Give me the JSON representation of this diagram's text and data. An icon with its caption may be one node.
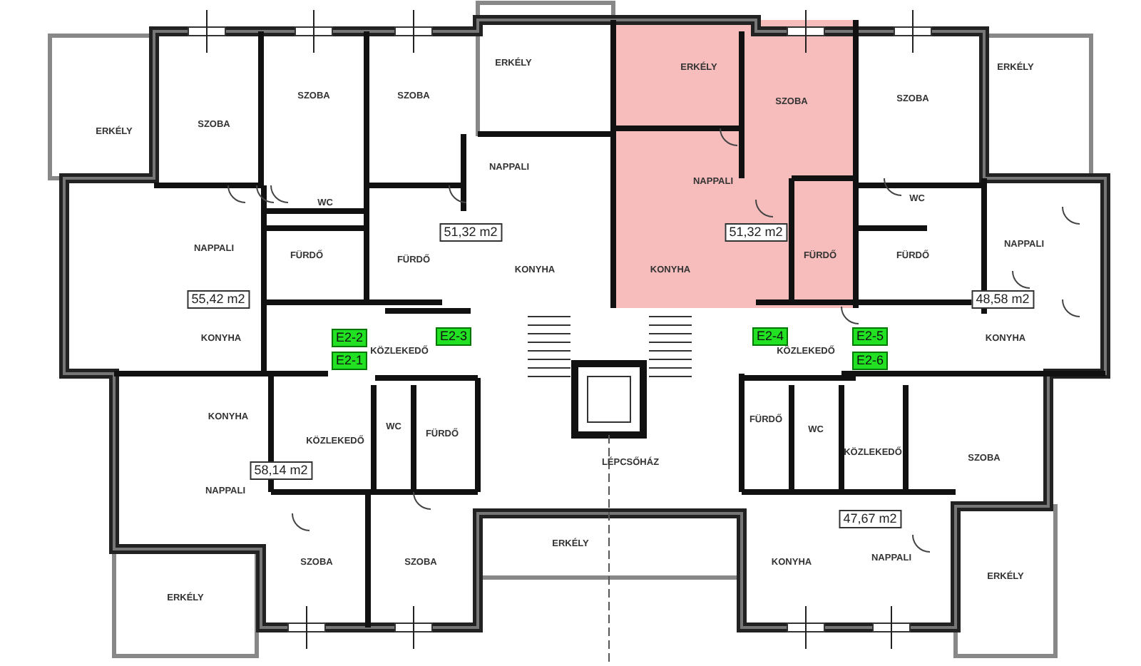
{
  "diagram": {
    "labels": [
      "ERKÉLY",
      "ERKÉLY",
      "ERKÉLY",
      "SZOBA",
      "SZOBA",
      "SZOBA",
      "SZOBA",
      "ERKÉLY",
      "SZOBA",
      "NAPPALI",
      "NAPPALI",
      "WC",
      "WC",
      "51,32 m2",
      "51,32 m2",
      "NAPPALI",
      "FÜRDŐ",
      "FÜRDŐ",
      "FÜRDŐ",
      "FÜRDŐ",
      "NAPPALI",
      "KONYHA",
      "KONYHA",
      "55,42 m2",
      "48,58 m2",
      "KONYHA",
      "E2-2",
      "E2-3",
      "KÖZLEKEDŐ",
      "E2-4",
      "E2-5",
      "KÖZLEKEDŐ",
      "KONYHA",
      "E2-1",
      "E2-6",
      "KONYHA",
      "WC",
      "FÜRDŐ",
      "FÜRDŐ",
      "WC",
      "KÖZLEKEDŐ",
      "58,14 m2",
      "LÉPCSŐHÁZ",
      "KÖZLEKEDŐ",
      "SZOBA",
      "NAPPALI",
      "47,67 m2",
      "ERKÉLY",
      "KONYHA",
      "NAPPALI",
      "SZOBA",
      "SZOBA",
      "ERKÉLY",
      "ERKÉLY"
    ]
  }
}
